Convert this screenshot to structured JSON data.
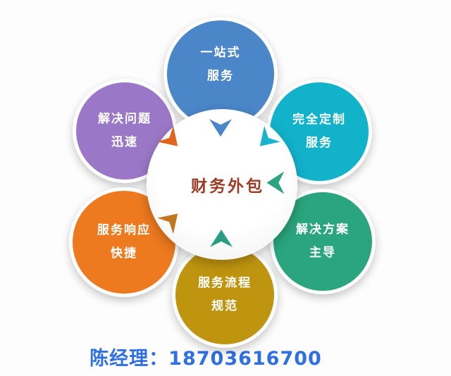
{
  "diagram": {
    "center_label": "财务外包",
    "center_text_color": "#9e3b22",
    "petals": [
      {
        "name": "one-stop-service",
        "line1": "一站式",
        "line2": "服务",
        "color": "#4a86c8"
      },
      {
        "name": "fully-customized",
        "line1": "完全定制",
        "line2": "服务",
        "color": "#12b2cb"
      },
      {
        "name": "solution-led",
        "line1": "解决方案",
        "line2": "主导",
        "color": "#2aa57d"
      },
      {
        "name": "service-process",
        "line1": "服务流程",
        "line2": "规范",
        "color": "#bf950f"
      },
      {
        "name": "service-response",
        "line1": "服务响应",
        "line2": "快捷",
        "color": "#ee7a1f"
      },
      {
        "name": "problem-solving",
        "line1": "解决问题",
        "line2": "迅速",
        "color": "#9b78c7"
      }
    ],
    "arrows": [
      {
        "direction": "from-top",
        "color": "#4a86c8"
      },
      {
        "direction": "from-top-right",
        "color": "#1ab3cc"
      },
      {
        "direction": "from-top-left",
        "color": "#e0661f"
      },
      {
        "direction": "from-bottom-left",
        "color": "#c2771f"
      },
      {
        "direction": "from-bottom",
        "color": "#2a9d85"
      },
      {
        "direction": "from-right",
        "color": "#2aa57d"
      }
    ]
  },
  "footer": {
    "contact": "陈经理：18703616700",
    "color": "#2f6fe4"
  }
}
